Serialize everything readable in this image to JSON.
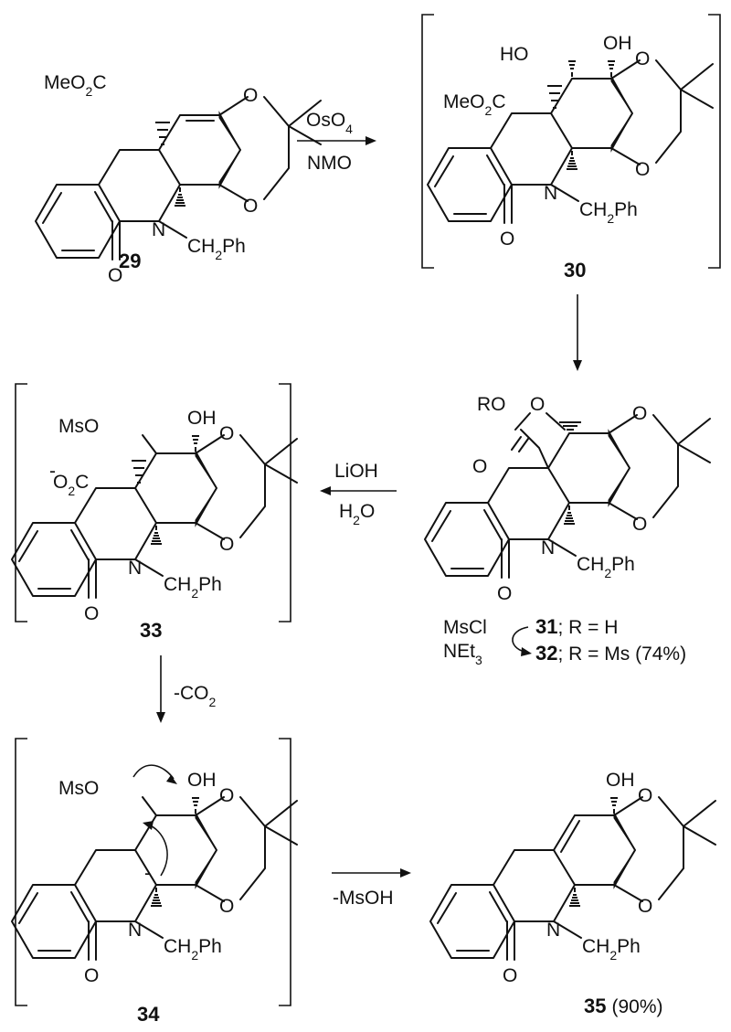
{
  "compounds": [
    {
      "id": "29",
      "label": "29"
    },
    {
      "id": "30",
      "label": "30"
    },
    {
      "id": "31_32",
      "label_a": "31",
      "text_a": "; R = H",
      "label_b": "32",
      "text_b": "; R = Ms (74%)"
    },
    {
      "id": "33",
      "label": "33"
    },
    {
      "id": "34",
      "label": "34"
    },
    {
      "id": "35",
      "label": "35",
      "yield": "(90%)"
    }
  ],
  "groups": {
    "meo2c": "MeO",
    "co2": "C",
    "ho": "HO",
    "oh": "OH",
    "o": "O",
    "n": "N",
    "ch2ph_a": "CH",
    "ch2ph_b": "Ph",
    "two": "2",
    "ro": "RO",
    "mso": "MsO",
    "carboxylate_minus": "-",
    "carboxylate_o": "O",
    "carbanion_minus": "-"
  },
  "reagents": {
    "step1_top_a": "OsO",
    "step1_top_b": "4",
    "step1_bottom": "NMO",
    "step2_top": "LiOH",
    "step2_bottom_a": "H",
    "step2_bottom_b": "2",
    "step2_bottom_c": "O",
    "step3": "-CO",
    "step3_sub": "2",
    "step4": "-MsOH",
    "mscl": "MsCl",
    "net3_a": "NEt",
    "net3_b": "3"
  }
}
